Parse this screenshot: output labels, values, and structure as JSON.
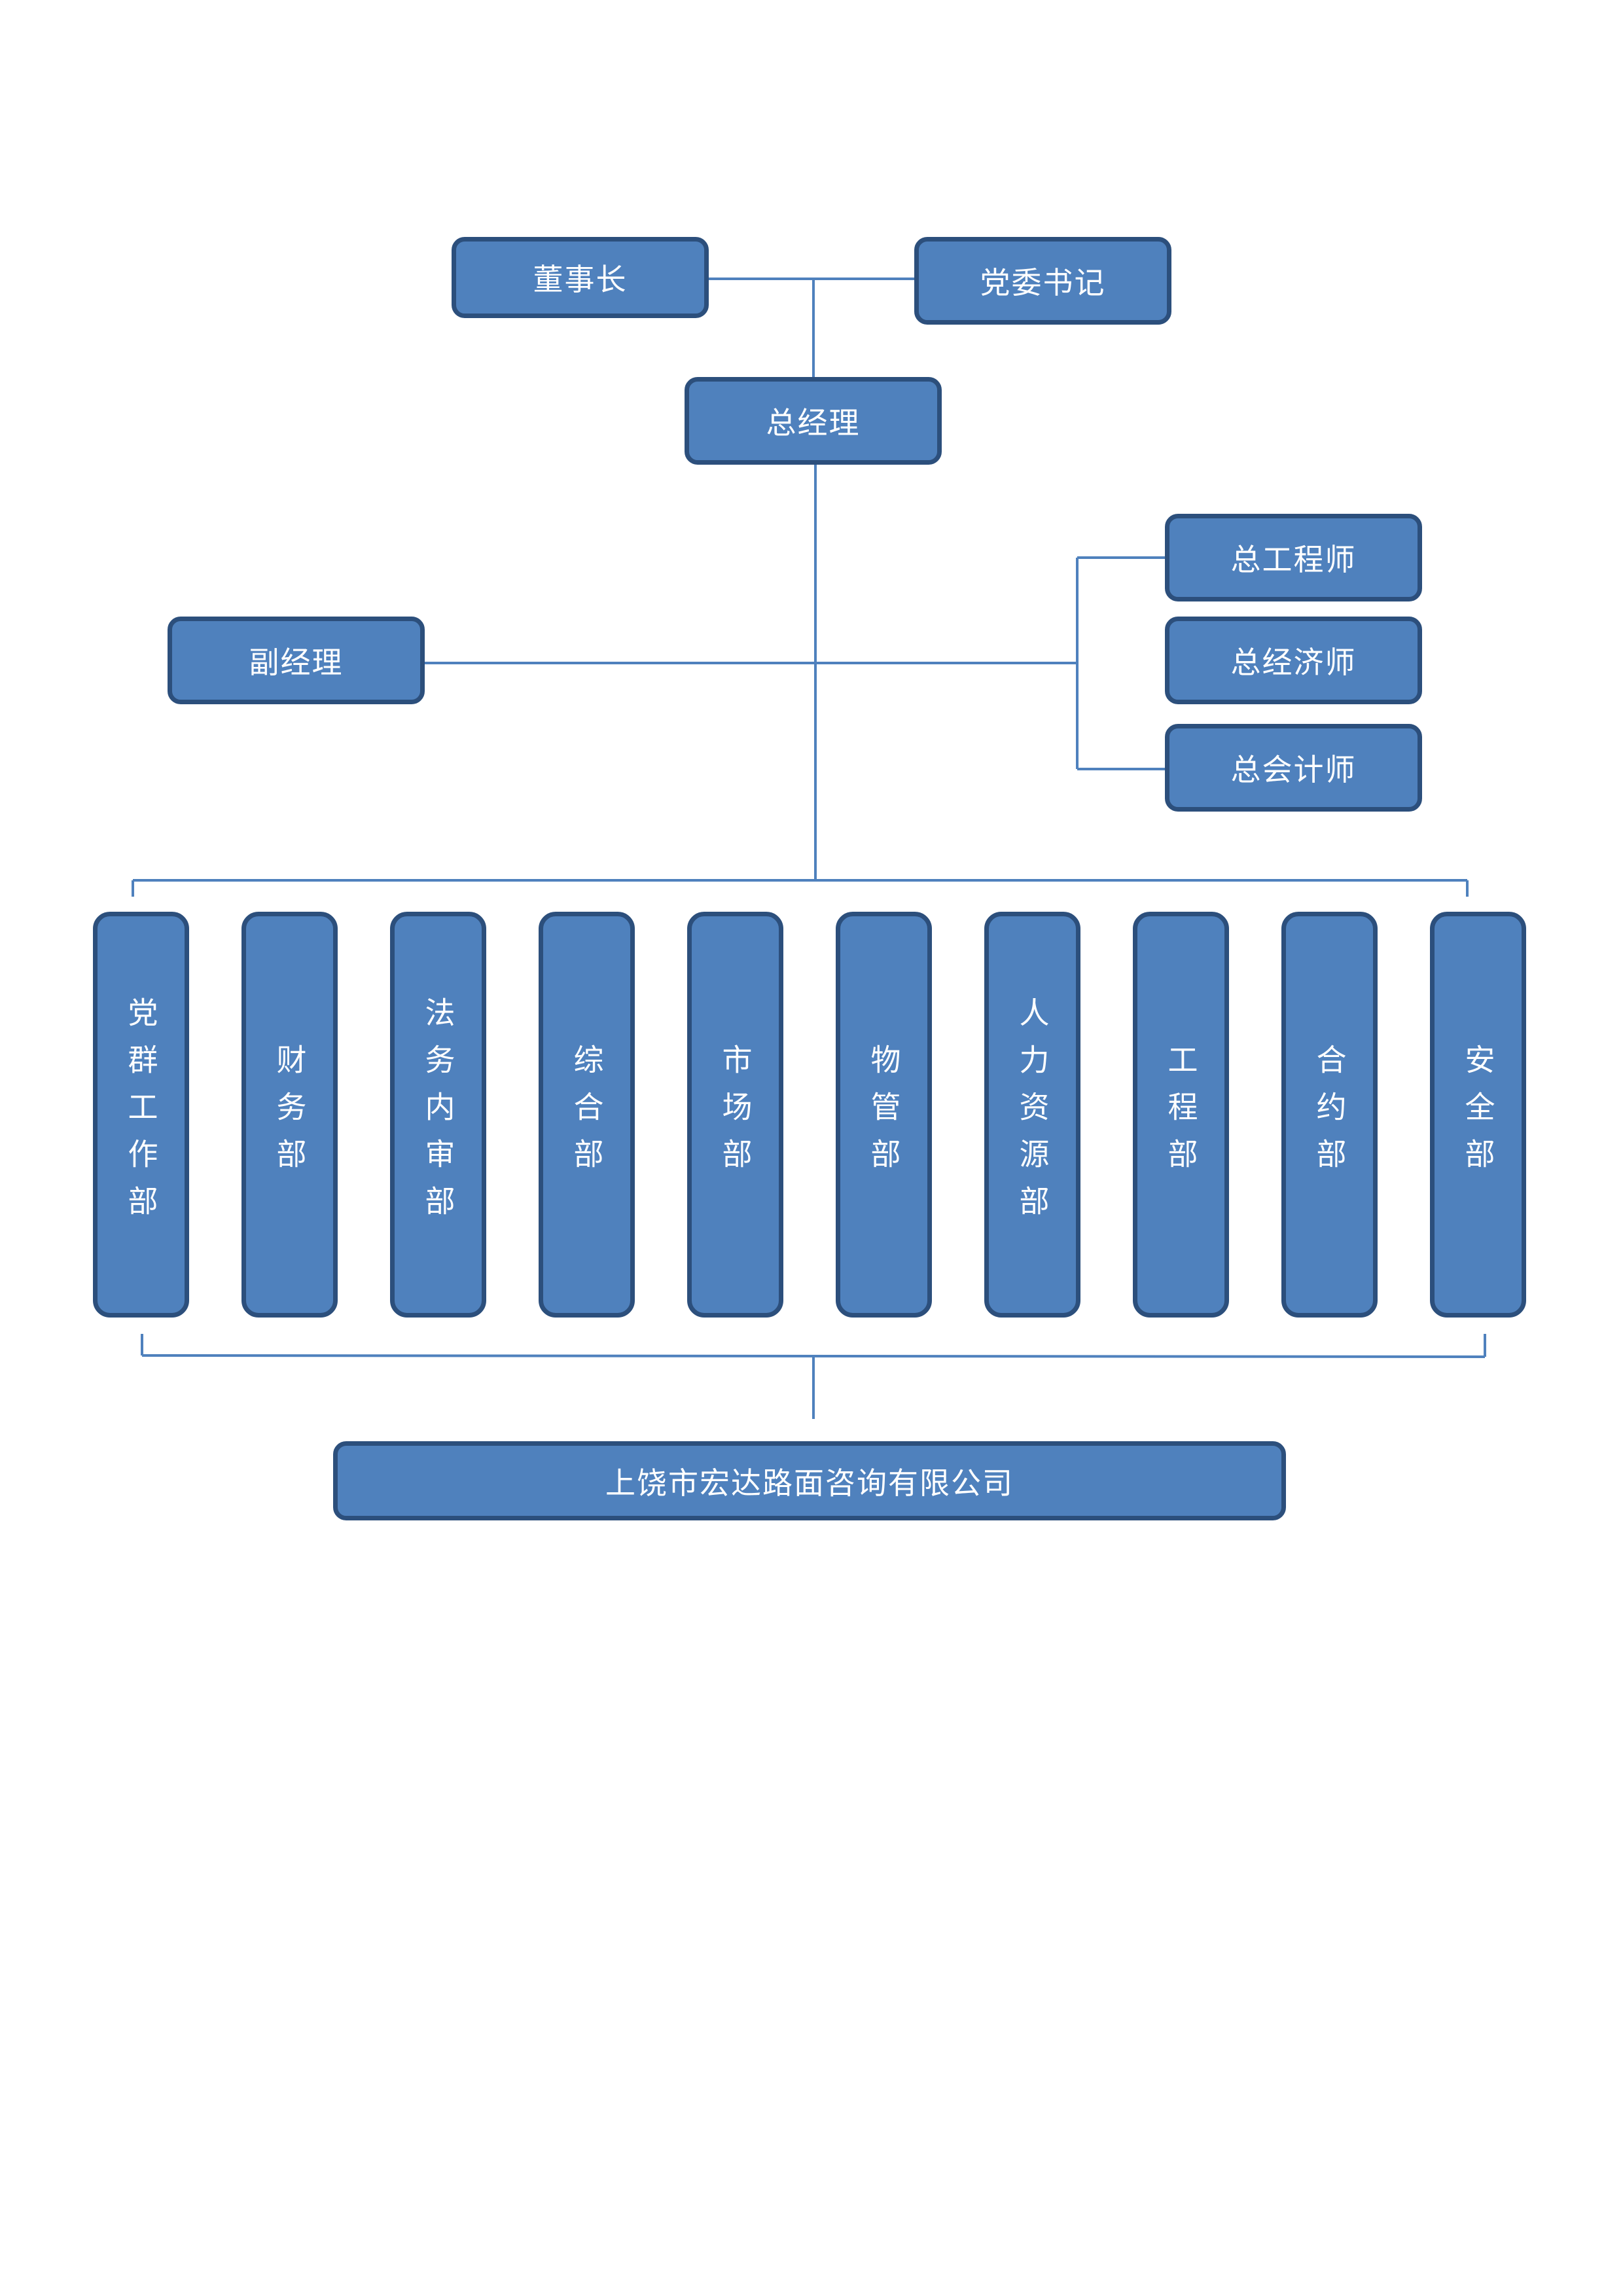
{
  "org_chart": {
    "top": {
      "chairman": "董事长",
      "party_secretary": "党委书记",
      "general_manager": "总经理"
    },
    "deputy_manager": "副经理",
    "chiefs": [
      "总工程师",
      "总经济师",
      "总会计师"
    ],
    "departments": [
      "党群工作部",
      "财务部",
      "法务内审部",
      "综合部",
      "市场部",
      "物管部",
      "人力资源部",
      "工程部",
      "合约部",
      "安全部"
    ],
    "subsidiary": "上饶市宏达路面咨询有限公司"
  },
  "colors": {
    "box_fill": "#4f81bd",
    "box_border": "#2c4f7c",
    "connector": "#4f81bd",
    "text": "#ffffff"
  }
}
